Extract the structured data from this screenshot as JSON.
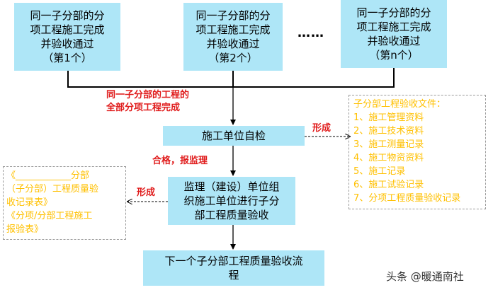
{
  "top_boxes": [
    {
      "line1": "同一子分部的分",
      "line2": "项工程施工完成",
      "line3": "并验收通过",
      "line4": "（第1个）"
    },
    {
      "line1": "同一子分部的分",
      "line2": "项工程施工完成",
      "line3": "并验收通过",
      "line4": "（第2个）"
    },
    {
      "line1": "同一子分部的分",
      "line2": "项工程施工完成",
      "line3": "并验收通过",
      "line4": "（第n个）"
    }
  ],
  "ellipsis": "……",
  "label_complete": {
    "line1": "同一子分部的工程的",
    "line2": "全部分项工程完成"
  },
  "self_check": "施工单位自检",
  "label_form_right": "形成",
  "label_pass": "合格，报监理",
  "supervision": {
    "line1": "监理（建设）单位组",
    "line2": "织施工单位进行子分",
    "line3": "部工程质量验收"
  },
  "label_form_left": "形成",
  "next_box": {
    "line1": "下一个子分部工程质量验收流",
    "line2": "程"
  },
  "files_panel": {
    "title": "子分部工程验收文件：",
    "items": [
      "1、施工管理资料",
      "2、施工技术资料",
      "3、施工测量记录",
      "4、施工物资资料",
      "5、施工记录",
      "6、施工试验记录",
      "7、分项工程质量验收记录"
    ]
  },
  "records_panel": {
    "lines": [
      "《____________分部",
      "（子分部）工程质量验",
      "收记录表》",
      "《分项/分部工程施工",
      "报验表》"
    ]
  },
  "watermark": "头条 @暖通南社",
  "colors": {
    "box": "#aee6f7",
    "red_label": "#e01c1c",
    "yellow_text": "#ffc000"
  }
}
